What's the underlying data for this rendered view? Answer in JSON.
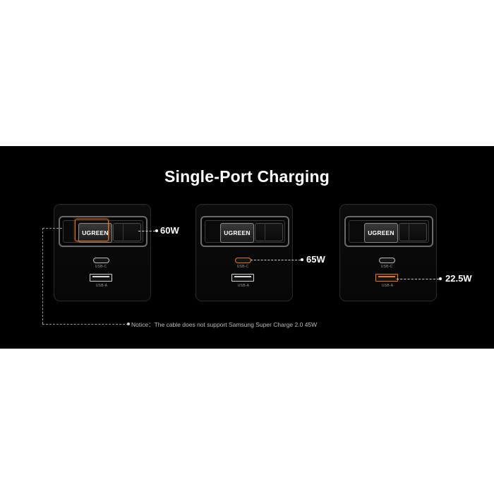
{
  "title": "Single-Port Charging",
  "brand": "UGREEN",
  "port_labels": {
    "usb_c": "USB-C",
    "usb_a": "USB-A"
  },
  "units": [
    {
      "active_port": "plug",
      "watt": "60W"
    },
    {
      "active_port": "usb_c",
      "watt": "65W"
    },
    {
      "active_port": "usb_a",
      "watt": "22.5W"
    }
  ],
  "notice": "Notice：The cable does not support Samsung Super Charge 2.0 45W",
  "colors": {
    "background": "#000000",
    "highlight": "#e8731a",
    "text": "#ffffff"
  }
}
